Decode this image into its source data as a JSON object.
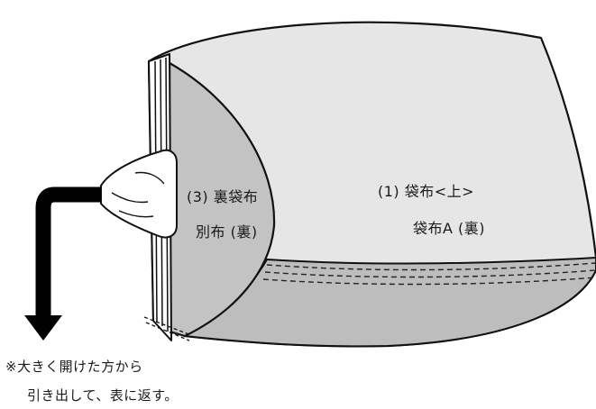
{
  "labels": {
    "outer_bag": "(1) 袋布<上>",
    "outer_bag_side": "袋布A (裏)",
    "inner_bag": "(3) 裏袋布",
    "inner_bag_side": "別布 (裏)"
  },
  "note": {
    "line1": "※大きく開けた方から",
    "line2": "引き出して、表に返す。"
  },
  "colors": {
    "outer_fabric": "#e6e6e6",
    "inner_fabric": "#c3c3c3",
    "bottom_band": "#bdbdbd",
    "arrow": "#000000"
  }
}
